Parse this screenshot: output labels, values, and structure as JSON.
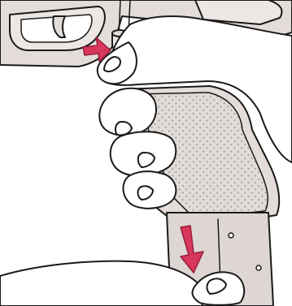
{
  "illustration": {
    "subject": "magazine-release-instruction",
    "steps": [
      {
        "step": 1,
        "action": "press-release-button",
        "arrow_direction": "right"
      },
      {
        "step": 2,
        "action": "pull-magazine-down",
        "arrow_direction": "down"
      }
    ]
  },
  "colors": {
    "outline": "#1a1a1a",
    "skin": "#ffffff",
    "frame": "#e3dcd8",
    "frame_light": "#ede7e4",
    "grip_texture": "#e1dcd8",
    "grip_dot": "#a8a09c",
    "magazine": "#ddd6d2",
    "arrow": "#d8375c",
    "arrow_outline": "#9a1f3c"
  },
  "icons": [
    "arrow-right-icon",
    "arrow-down-icon"
  ]
}
